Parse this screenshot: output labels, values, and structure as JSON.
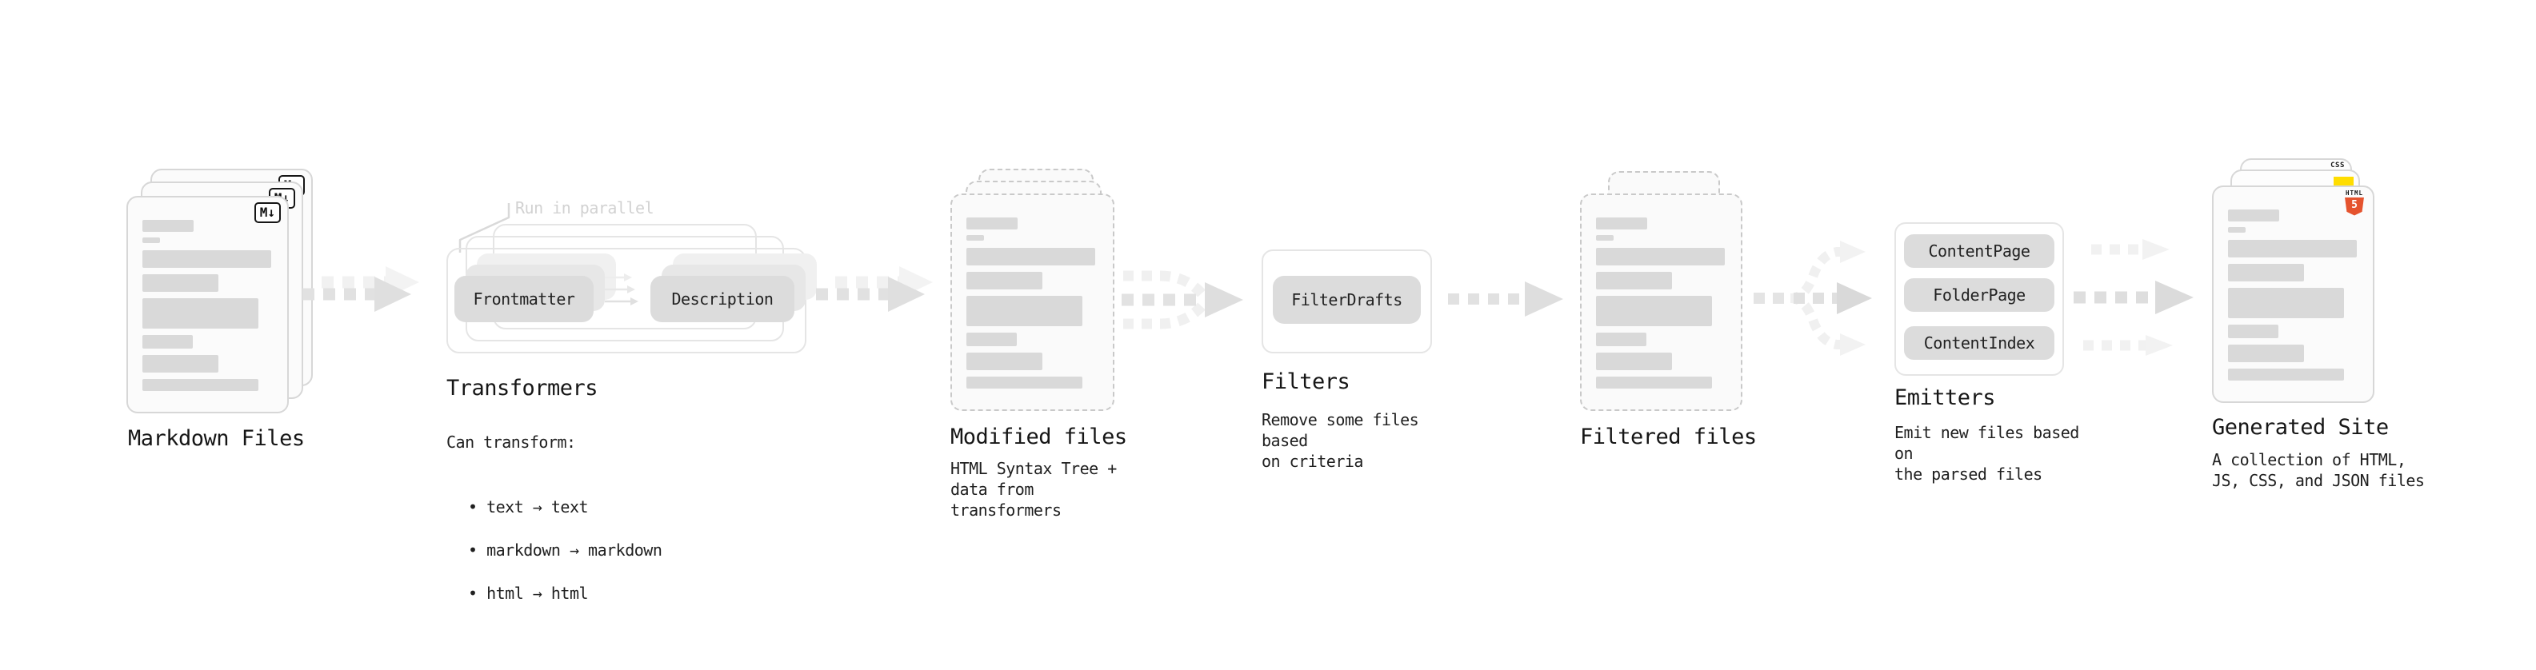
{
  "diagram": {
    "markdown": {
      "label": "Markdown Files",
      "badge": "M↓"
    },
    "transformers": {
      "annotation": "Run in parallel",
      "pill_left": "Frontmatter",
      "pill_right": "Description",
      "label": "Transformers",
      "desc_title": "Can transform:",
      "bullets": [
        "• text → text",
        "• markdown → markdown",
        "• html → html"
      ]
    },
    "modified": {
      "label": "Modified files",
      "desc": "HTML Syntax Tree +\ndata from transformers"
    },
    "filters": {
      "pill": "FilterDrafts",
      "label": "Filters",
      "desc": "Remove some files based\non criteria"
    },
    "filtered": {
      "label": "Filtered files"
    },
    "emitters": {
      "pills": [
        "ContentPage",
        "FolderPage",
        "ContentIndex"
      ],
      "label": "Emitters",
      "desc": "Emit new files based on\nthe parsed files"
    },
    "generated": {
      "label": "Generated Site",
      "desc": "A collection of HTML,\nJS, CSS, and JSON files",
      "css_badge": "CSS",
      "html_badge_text": "HTML",
      "html_badge_number": "5"
    }
  },
  "colors": {
    "card_border": "#d7d7d7",
    "dashed_border": "#c9c9c9",
    "content_bar": "#d9d9d9",
    "pill_bg": "#dcdcdc",
    "arrow_gray": "#e0e0e0",
    "arrow_light": "#f0f0f0",
    "annotation_gray": "#d2d2d2",
    "js_yellow": "#ffdd00",
    "css_blue": "#2b63e8",
    "html5_orange": "#e5532e"
  }
}
